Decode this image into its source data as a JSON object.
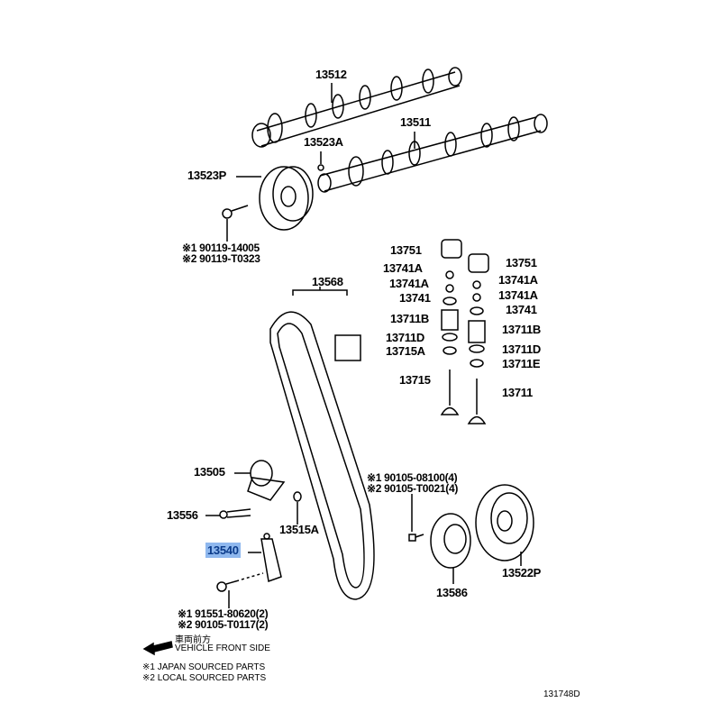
{
  "parts": {
    "p13512": "13512",
    "p13511": "13511",
    "p13523A": "13523A",
    "p13523P": "13523P",
    "bolt_cam_1": "※1 90119-14005",
    "bolt_cam_2": "※2 90119-T0323",
    "l13751": "13751",
    "l13741A_a": "13741A",
    "l13741A_b": "13741A",
    "l13741": "13741",
    "l13711B": "13711B",
    "l13711D": "13711D",
    "l13715A": "13715A",
    "l13715": "13715",
    "r13751": "13751",
    "r13741A_a": "13741A",
    "r13741A_b": "13741A",
    "r13741": "13741",
    "r13711B": "13711B",
    "r13711D": "13711D",
    "r13711E": "13711E",
    "r13711": "13711",
    "p13568": "13568",
    "p13505": "13505",
    "p13556": "13556",
    "p13515A": "13515A",
    "p13540": "13540",
    "bolt_ten_1": "※1 91551-80620(2)",
    "bolt_ten_2": "※2 90105-T0117(2)",
    "bolt_crank_1": "※1 90105-08100(4)",
    "bolt_crank_2": "※2 90105-T0021(4)",
    "p13586": "13586",
    "p13522P": "13522P"
  },
  "legend": {
    "front_jp": "車両前方",
    "front_en": "VEHICLE FRONT SIDE",
    "note1": "※1 JAPAN SOURCED PARTS",
    "note2": "※2 LOCAL SOURCED PARTS"
  },
  "diagram_id": "131748D",
  "highlight_color": "#8fb8ee"
}
